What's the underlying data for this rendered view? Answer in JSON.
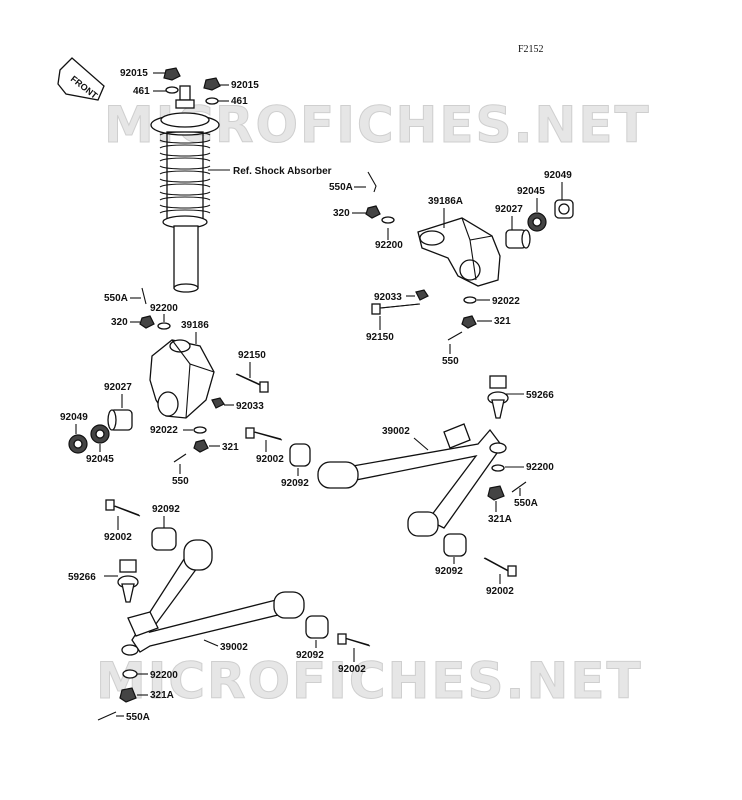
{
  "figure_code": "F2152",
  "front_label": "FRONT",
  "watermark": "MICROFICHES.NET",
  "ref_label": "Ref. Shock Absorber",
  "labels": {
    "l92015a": "92015",
    "l461a": "461",
    "l92015b": "92015",
    "l461b": "461",
    "l550A_1": "550A",
    "l320_1": "320",
    "l92200_1": "92200",
    "l39186A": "39186A",
    "l92027_1": "92027",
    "l92045_1": "92045",
    "l92049_1": "92049",
    "l92033_1": "92033",
    "l92150_1": "92150",
    "l92022_1": "92022",
    "l321_1": "321",
    "l550_1": "550",
    "l550A_2": "550A",
    "l92200_2": "92200",
    "l320_2": "320",
    "l39186": "39186",
    "l92150_2": "92150",
    "l92027_2": "92027",
    "l92049_2": "92049",
    "l92033_2": "92033",
    "l92022_2": "92022",
    "l92045_2": "92045",
    "l321_2": "321",
    "l550_2": "550",
    "l59266_1": "59266",
    "l39002_1": "39002",
    "l92002_1": "92002",
    "l92092_1": "92092",
    "l92200_3": "92200",
    "l550A_3": "550A",
    "l321A_1": "321A",
    "l92092_2": "92092",
    "l92002_2": "92002",
    "l92092_3": "92092",
    "l92002_3": "92002",
    "l59266_2": "59266",
    "l39002_2": "39002",
    "l92200_4": "92200",
    "l92092_4": "92092",
    "l92002_4": "92002",
    "l321A_2": "321A",
    "l550A_4": "550A"
  }
}
